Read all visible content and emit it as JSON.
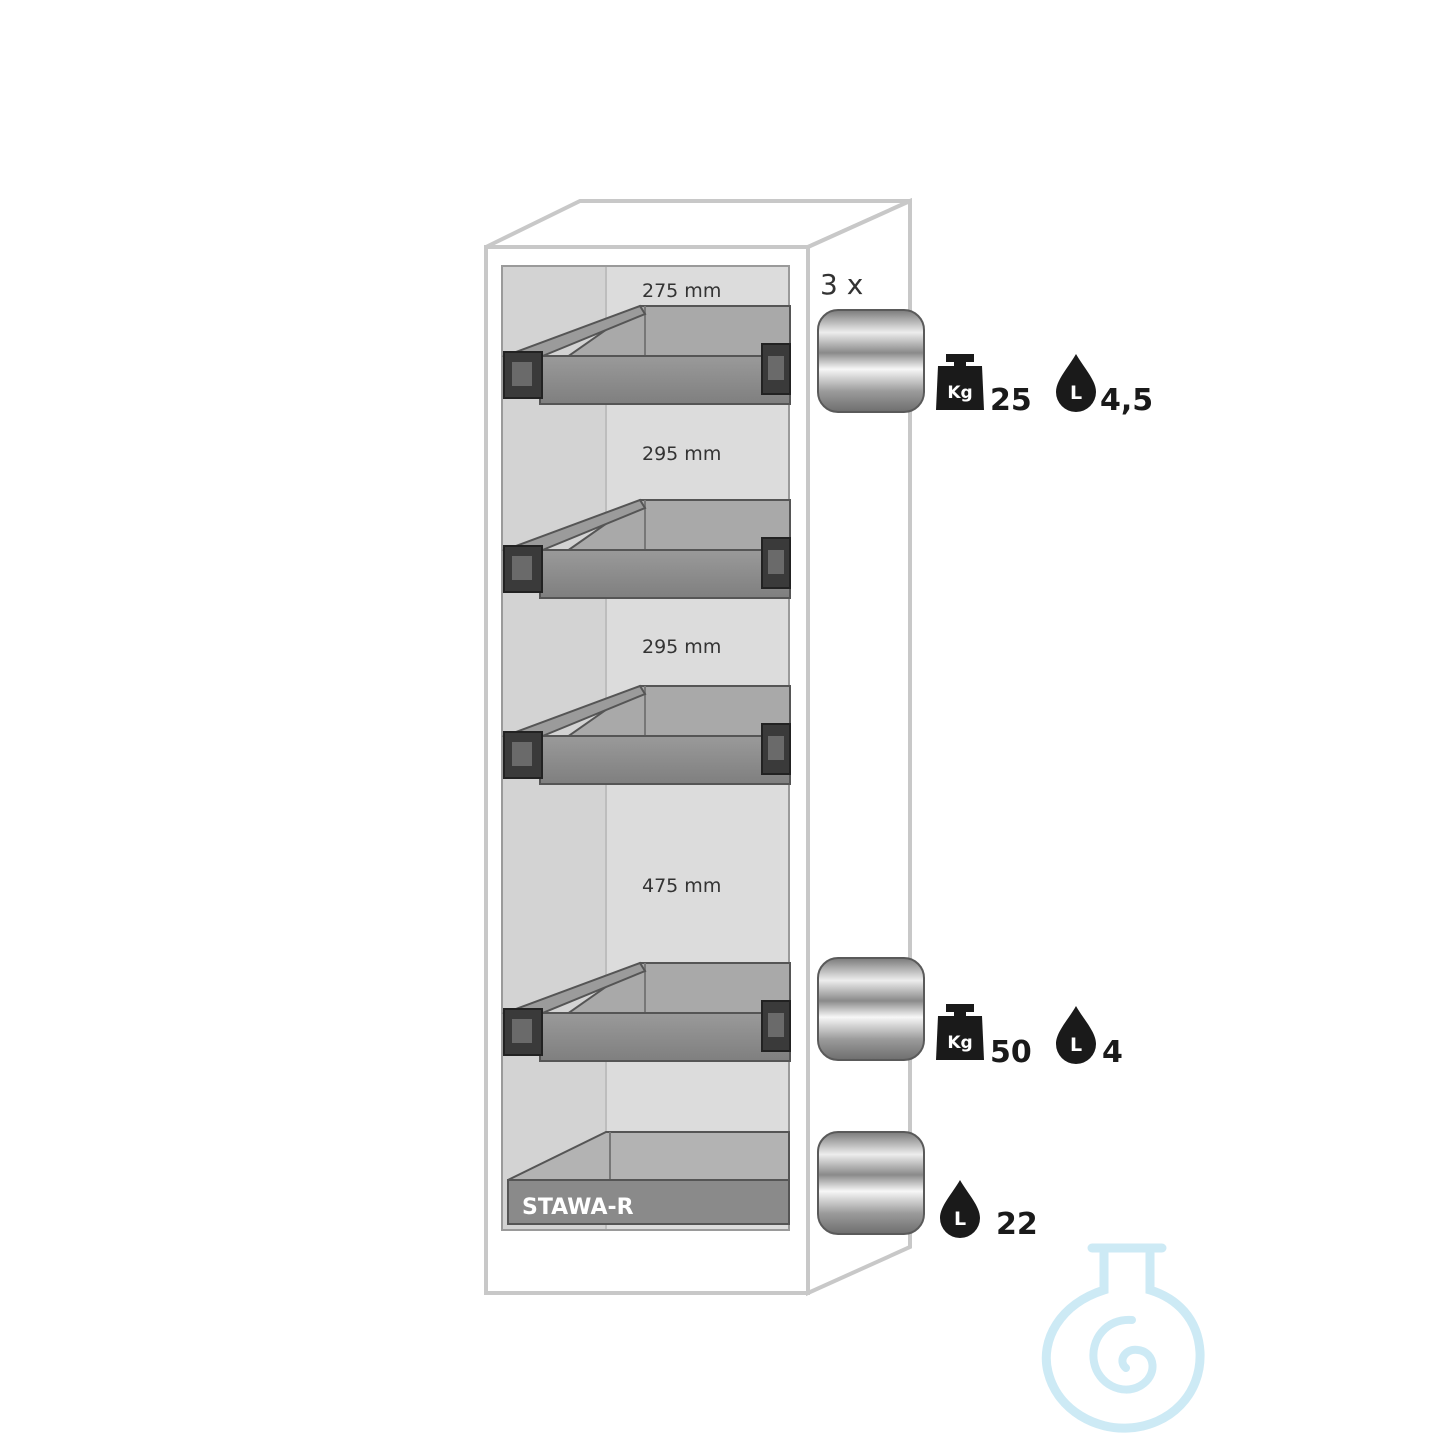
{
  "diagram": {
    "compartments": [
      {
        "dimension": "275 mm"
      },
      {
        "dimension": "295 mm"
      },
      {
        "dimension": "295 mm"
      },
      {
        "dimension": "475 mm"
      }
    ],
    "bottom_tray_label": "STAWA-R",
    "multiplier": "3 x",
    "containers": [
      {
        "weight_icon": "kg-weight-icon",
        "weight_icon_text": "Kg",
        "weight": "25",
        "volume_icon": "liter-drop-icon",
        "volume_icon_text": "L",
        "volume": "4,5"
      },
      {
        "weight_icon": "kg-weight-icon",
        "weight_icon_text": "Kg",
        "weight": "50",
        "volume_icon": "liter-drop-icon",
        "volume_icon_text": "L",
        "volume": "4"
      },
      {
        "volume_icon": "liter-drop-icon",
        "volume_icon_text": "L",
        "volume": "22"
      }
    ],
    "watermark": "flask-logo-icon",
    "colors": {
      "cabinet_outline": "#c8c8c8",
      "interior": "#d9d9d9",
      "tray": "#888888",
      "tray_dark": "#555555",
      "icon": "#1a1a1a",
      "watermark": "#bde3f2"
    }
  }
}
